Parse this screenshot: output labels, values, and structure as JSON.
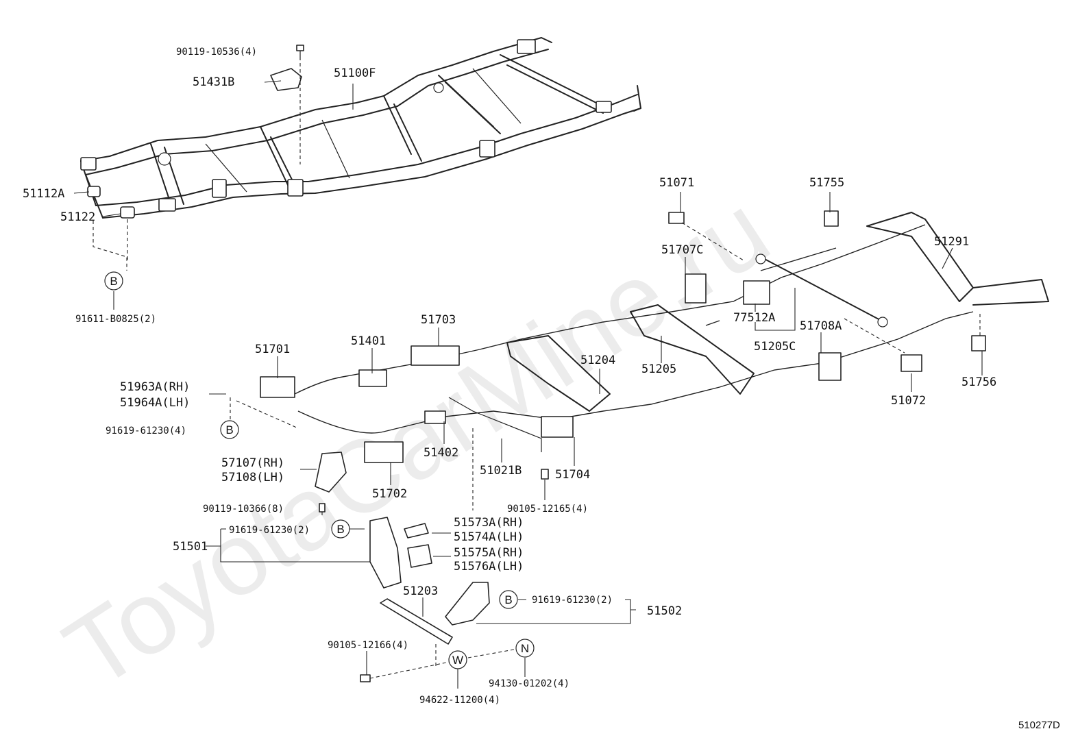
{
  "watermark": "ToyotaCarMine.ru",
  "diagram_code": "510277D",
  "labels": {
    "p90119_10536": "90119-10536(4)",
    "p51431B": "51431B",
    "p51100F": "51100F",
    "p51112A": "51112A",
    "p51122": "51122",
    "p91611_B0825": "91611-B0825(2)",
    "p51071": "51071",
    "p51755": "51755",
    "p51707C": "51707C",
    "p51291": "51291",
    "p77512A": "77512A",
    "p51205C": "51205C",
    "p51708A": "51708A",
    "p51756": "51756",
    "p51072": "51072",
    "p51703": "51703",
    "p51401": "51401",
    "p51701": "51701",
    "p51204": "51204",
    "p51205": "51205",
    "p51963A": "51963A(RH)",
    "p51964A": "51964A(LH)",
    "p91619_61230_a": "91619-61230(4)",
    "p57107": "57107(RH)",
    "p57108": "57108(LH)",
    "p51702": "51702",
    "p51402": "51402",
    "p51021B": "51021B",
    "p51704": "51704",
    "p90119_10366": "90119-10366(8)",
    "p90105_12165": "90105-12165(4)",
    "p91619_61230_b": "91619-61230(2)",
    "p51573A": "51573A(RH)",
    "p51574A": "51574A(LH)",
    "p51501": "51501",
    "p51575A": "51575A(RH)",
    "p51576A": "51576A(LH)",
    "p51203": "51203",
    "p91619_61230_c": "91619-61230(2)",
    "p51502": "51502",
    "p90105_12166": "90105-12166(4)",
    "p94130_01202": "94130-01202(4)",
    "p94622_11200": "94622-11200(4)"
  },
  "callouts": {
    "b1": "B",
    "b2": "B",
    "b3": "B",
    "b4": "B",
    "w": "W",
    "n": "N"
  }
}
